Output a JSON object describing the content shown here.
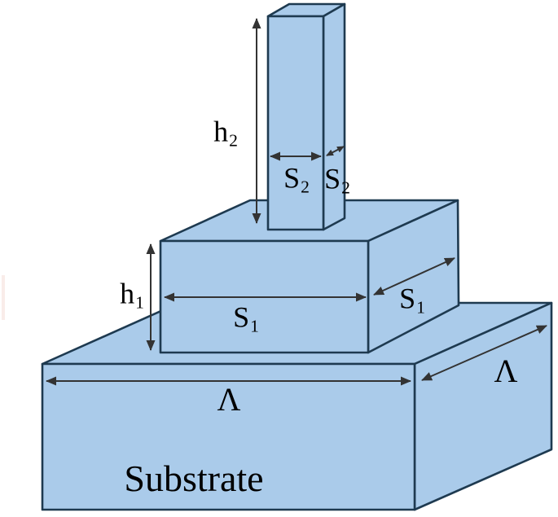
{
  "figure": {
    "background_color": "#ffffff",
    "face_fill": "#aacbea",
    "edge_color": "#1e3a50",
    "arrow_color": "#333333",
    "label_color": "#000000"
  },
  "labels": {
    "pillar_height": {
      "main": "h",
      "sub": "2"
    },
    "pillar_width_front": {
      "main": "S",
      "sub": "2"
    },
    "pillar_depth_side": {
      "main": "S",
      "sub": "2"
    },
    "block_height": {
      "main": "h",
      "sub": "1"
    },
    "block_width_front": {
      "main": "S",
      "sub": "1"
    },
    "block_depth_side": {
      "main": "S",
      "sub": "1"
    },
    "period_front": {
      "main": "Λ"
    },
    "period_side": {
      "main": "Λ"
    },
    "substrate": {
      "text": "Substrate"
    }
  }
}
